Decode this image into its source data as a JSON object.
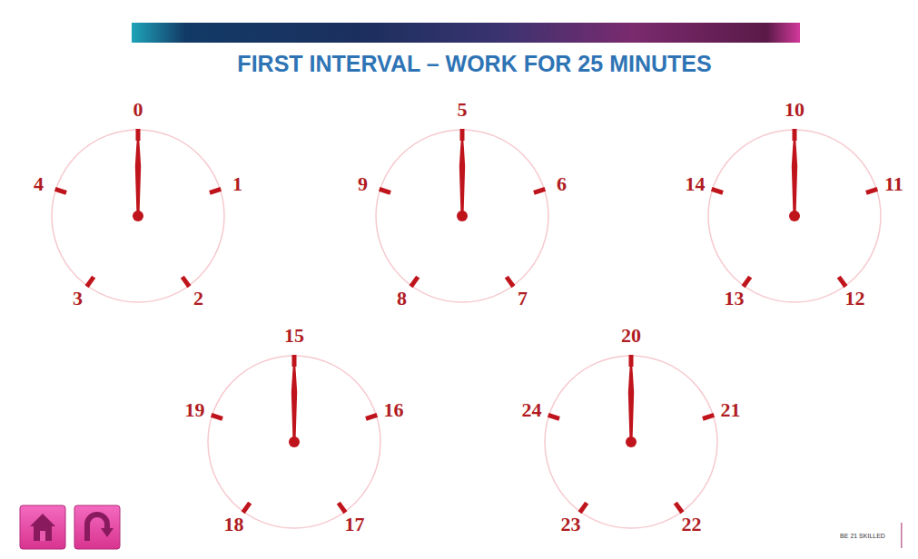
{
  "diagram": {
    "title": "FIRST INTERVAL – WORK FOR 25 MINUTES",
    "labels": [
      "0",
      "1",
      "2",
      "3",
      "4",
      "5",
      "6",
      "7",
      "8",
      "9",
      "10",
      "11",
      "12",
      "13",
      "14",
      "15",
      "16",
      "17",
      "18",
      "19",
      "20",
      "21",
      "22",
      "23",
      "24",
      "BE 21 SKILLED"
    ]
  }
}
